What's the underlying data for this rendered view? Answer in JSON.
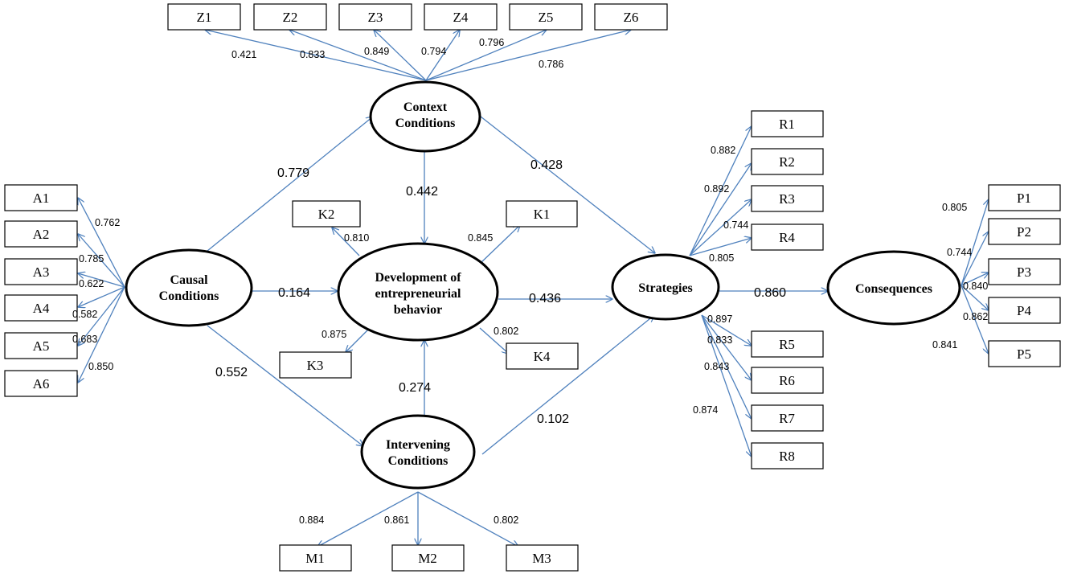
{
  "colors": {
    "arrow": "#4f81bd",
    "outline": "#000000",
    "background": "#ffffff"
  },
  "constructs": {
    "context": [
      "Context",
      "Conditions"
    ],
    "causal": [
      "Causal",
      "Conditions"
    ],
    "development": [
      "Development of",
      "entrepreneurial",
      "behavior"
    ],
    "intervening": [
      "Intervening",
      "Conditions"
    ],
    "strategies": [
      "Strategies"
    ],
    "consequences": [
      "Consequences"
    ]
  },
  "indicators": {
    "Z1": "Z1",
    "Z2": "Z2",
    "Z3": "Z3",
    "Z4": "Z4",
    "Z5": "Z5",
    "Z6": "Z6",
    "A1": "A1",
    "A2": "A2",
    "A3": "A3",
    "A4": "A4",
    "A5": "A5",
    "A6": "A6",
    "K1": "K1",
    "K2": "K2",
    "K3": "K3",
    "K4": "K4",
    "M1": "M1",
    "M2": "M2",
    "M3": "M3",
    "R1": "R1",
    "R2": "R2",
    "R3": "R3",
    "R4": "R4",
    "R5": "R5",
    "R6": "R6",
    "R7": "R7",
    "R8": "R8",
    "P1": "P1",
    "P2": "P2",
    "P3": "P3",
    "P4": "P4",
    "P5": "P5"
  },
  "paths": {
    "causal_context": "0.779",
    "context_development": "0.442",
    "context_strategies": "0.428",
    "causal_development": "0.164",
    "development_strategies": "0.436",
    "causal_intervening": "0.552",
    "intervening_development": "0.274",
    "intervening_strategies": "0.102",
    "strategies_consequences": "0.860"
  },
  "loadings": {
    "Z1": "0.421",
    "Z2": "0.833",
    "Z3": "0.849",
    "Z4": "0.794",
    "Z5": "0.796",
    "Z6": "0.786",
    "A1": "0.762",
    "A2": "0.785",
    "A3": "0.622",
    "A4": "0.582",
    "A5": "0.683",
    "A6": "0.850",
    "K1": "0.845",
    "K2": "0.810",
    "K3": "0.875",
    "K4": "0.802",
    "M1": "0.884",
    "M2": "0.861",
    "M3": "0.802",
    "R1": "0.882",
    "R2": "0.892",
    "R3": "0.744",
    "R4": "0.805",
    "R5": "0.897",
    "R6": "0.833",
    "R7": "0.843",
    "R8": "0.874",
    "P1": "0.805",
    "P2": "0.744",
    "P3": "0.840",
    "P4": "0.862",
    "P5": "0.841"
  }
}
